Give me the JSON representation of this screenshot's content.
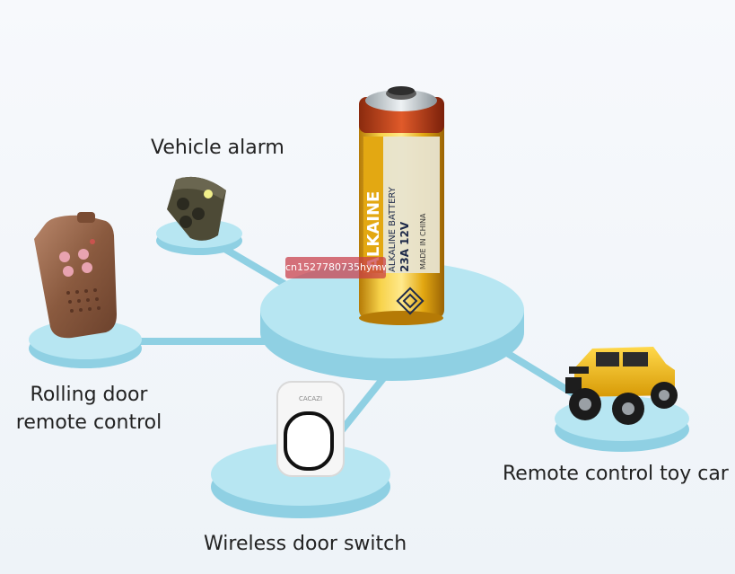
{
  "labels": {
    "vehicle_alarm": "Vehicle alarm",
    "rolling_door_line1": "Rolling door",
    "rolling_door_line2": "remote control",
    "remote_toy_car": "Remote control toy car",
    "wireless_door_switch": "Wireless door switch"
  },
  "battery": {
    "brand": "ALKAINE",
    "type_line": "ALKALINE BATTERY",
    "model": "23A 12V",
    "origin": "MADE IN CHINA"
  },
  "doorbell_brand": "CACAZI",
  "watermark_text": "cn1527780735hymw",
  "colors": {
    "platform_top": "#b7e6f2",
    "platform_side": "#8fd0e3",
    "connector": "#8fd0e3",
    "battery_gold": "#e8b418",
    "battery_red": "#c8401a",
    "text": "#222222"
  }
}
